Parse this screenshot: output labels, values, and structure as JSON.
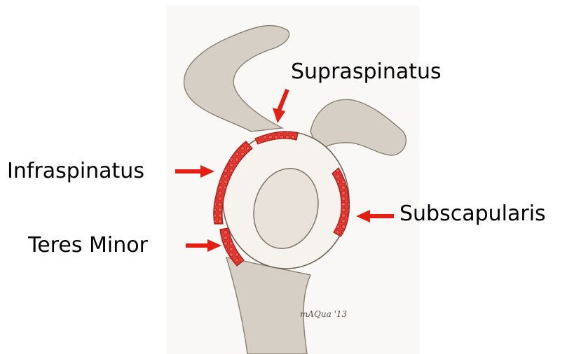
{
  "labels": {
    "supraspinatus": "Supraspinatus",
    "infraspinatus": "Infraspinatus",
    "subscapularis": "Subscapularis",
    "teres_minor": "Teres Minor"
  },
  "signature": "mAQua '13",
  "colors": {
    "bone_fill": "#d6cfc6",
    "bone_stroke": "#8a7f70",
    "glenoid_fill": "#f6f3ef",
    "muscle_red": "#e8352f",
    "muscle_dark": "#a51b17",
    "arrow_red": "#e31e12",
    "paper": "#faf8f6"
  }
}
